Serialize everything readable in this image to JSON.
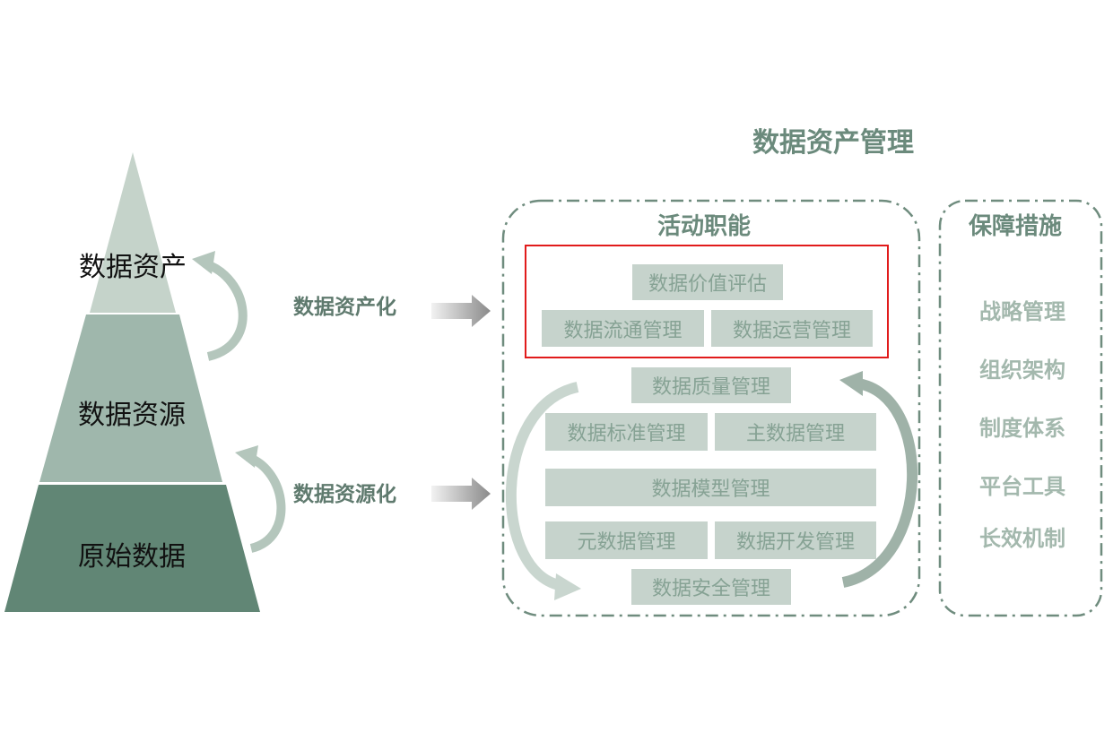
{
  "pyramid": {
    "levels": [
      "数据资产",
      "数据资源",
      "原始数据"
    ],
    "colors": {
      "top": "#c5d3ca",
      "middle": "#9fb7ac",
      "bottom": "#618675"
    }
  },
  "transitions": {
    "asset": "数据资产化",
    "resource": "数据资源化"
  },
  "title": "数据资产管理",
  "activities": {
    "heading": "活动职能",
    "highlighted": [
      "数据价值评估",
      "数据流通管理",
      "数据运营管理"
    ],
    "cycle": [
      "数据质量管理",
      "数据标准管理",
      "主数据管理",
      "数据模型管理",
      "元数据管理",
      "数据开发管理",
      "数据安全管理"
    ]
  },
  "safeguards": {
    "heading": "保障措施",
    "items": [
      "战略管理",
      "组织架构",
      "制度体系",
      "平台工具",
      "长效机制"
    ]
  },
  "colors": {
    "box_fill": "#c6d3cc",
    "box_text": "#86a294",
    "accent_text": "#6b8a7c",
    "highlight_border": "#e11b1b",
    "dashed_border": "#6f8c7e"
  }
}
